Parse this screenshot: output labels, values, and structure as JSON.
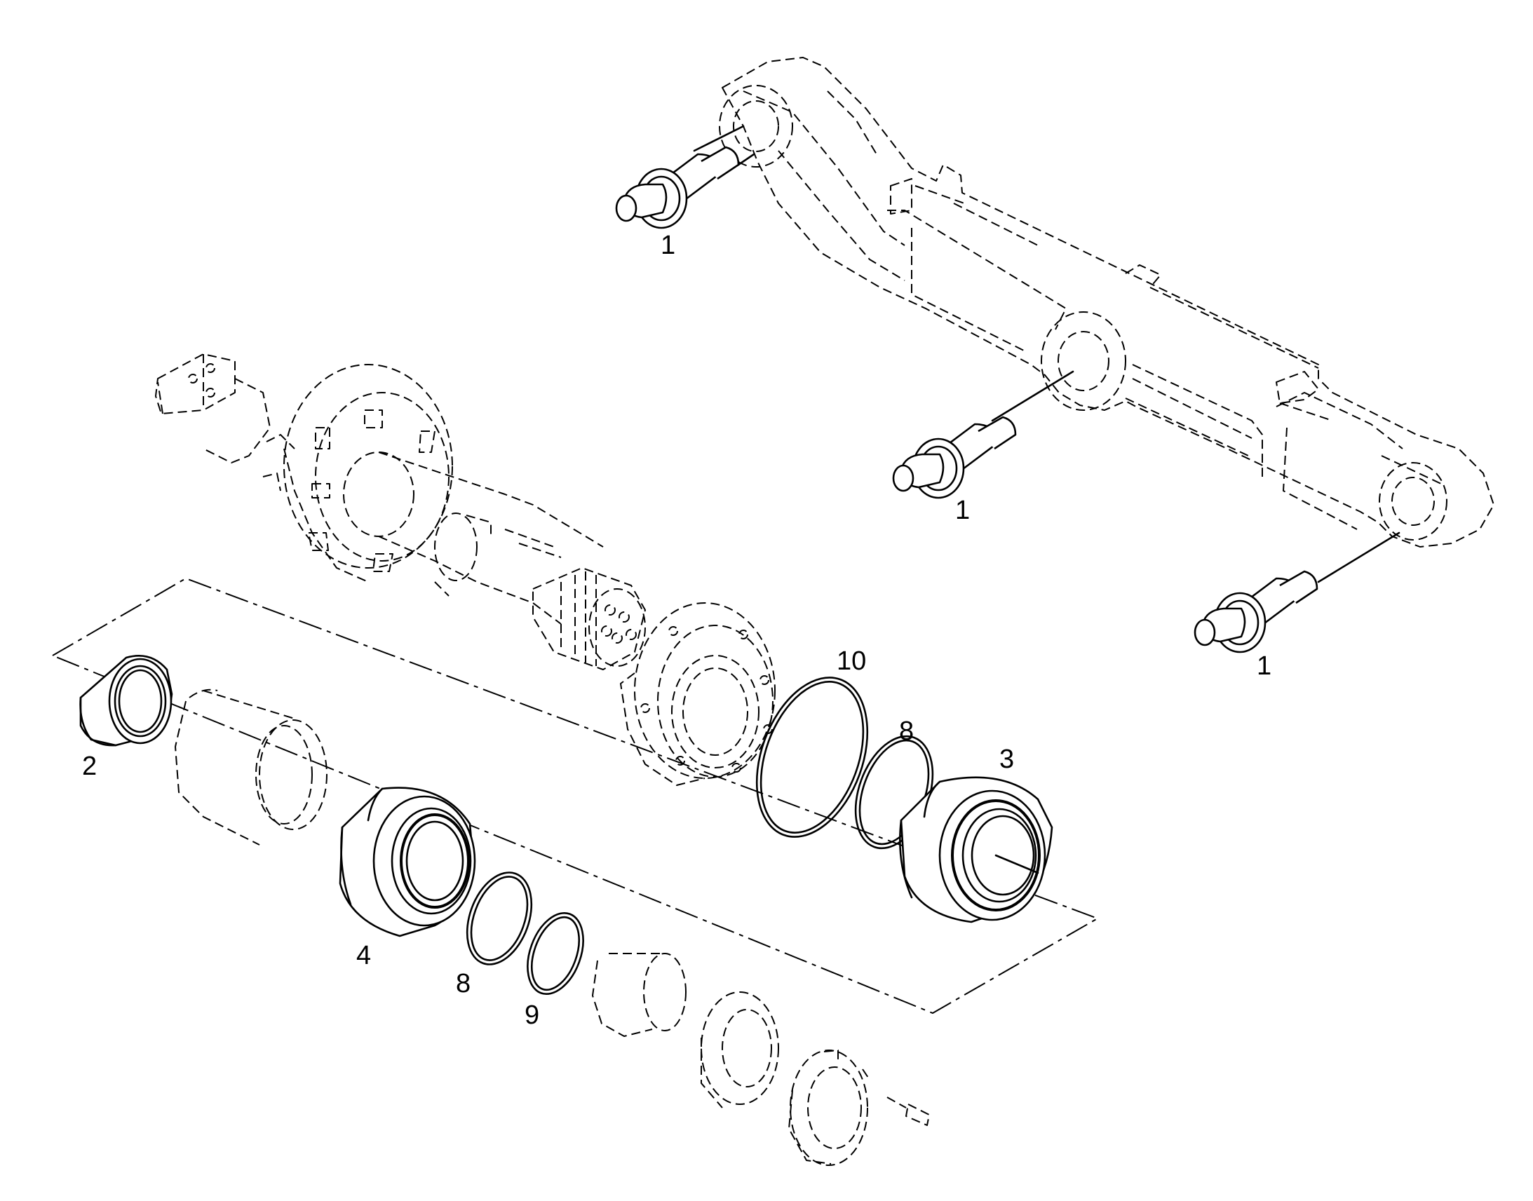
{
  "callouts": {
    "c1a": "1",
    "c1b": "1",
    "c1c": "1",
    "c2": "2",
    "c3": "3",
    "c4": "4",
    "c8a": "8",
    "c8b": "8",
    "c9": "9",
    "c10": "10"
  }
}
